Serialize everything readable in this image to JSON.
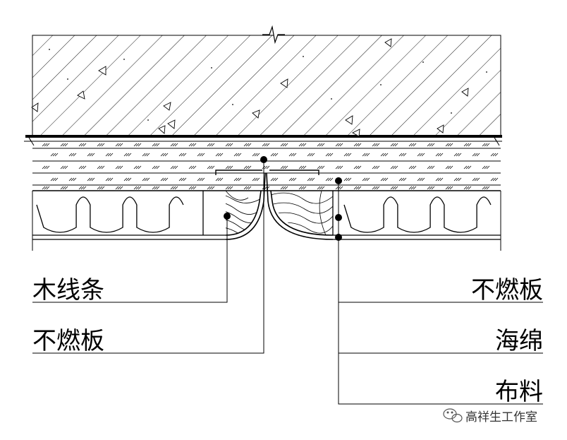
{
  "labels": {
    "left": [
      "木线条",
      "不燃板"
    ],
    "right": [
      "不燃板",
      "海绵",
      "布料"
    ]
  },
  "watermark": {
    "text": "高祥生工作室",
    "icon": "wechat-icon"
  }
}
